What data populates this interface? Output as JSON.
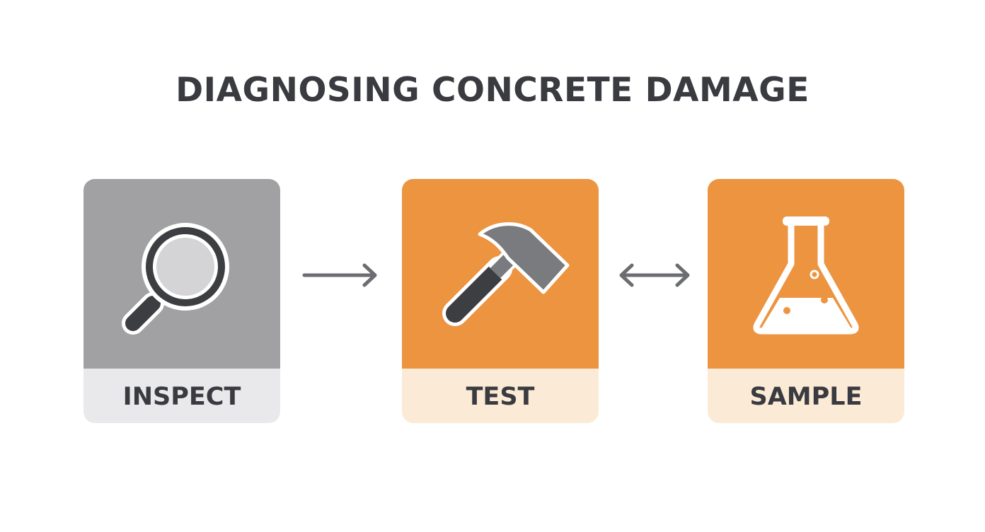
{
  "title": "DIAGNOSING CONCRETE DAMAGE",
  "steps": [
    {
      "label": "INSPECT",
      "icon": "magnifying-glass-icon",
      "top_color": "#a1a1a3",
      "bottom_color": "#e9e9eb"
    },
    {
      "label": "TEST",
      "icon": "hammer-icon",
      "top_color": "#ec9440",
      "bottom_color": "#fbebd6"
    },
    {
      "label": "SAMPLE",
      "icon": "flask-icon",
      "top_color": "#ec9440",
      "bottom_color": "#fbebd6"
    }
  ],
  "connectors": [
    {
      "from": "INSPECT",
      "to": "TEST",
      "direction": "one-way",
      "icon": "arrow-right-icon"
    },
    {
      "from": "TEST",
      "to": "SAMPLE",
      "direction": "two-way",
      "icon": "arrow-both-icon"
    }
  ],
  "colors": {
    "text": "#3a3b40",
    "icon_dark": "#3d3e42",
    "arrow": "#6c6d71"
  }
}
